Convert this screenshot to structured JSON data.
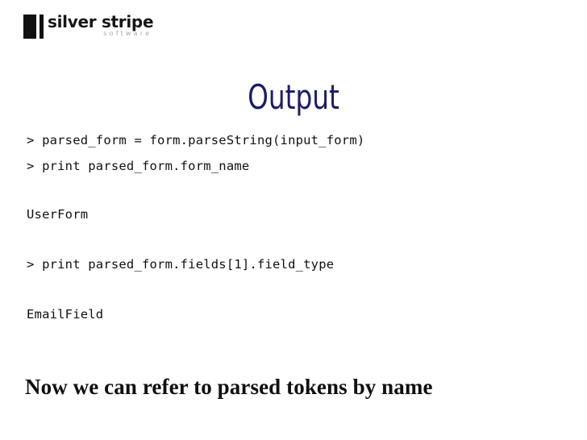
{
  "slide": {
    "background_color": "#ffffff",
    "title": "Output",
    "title_color": "#1b1b6e",
    "caption": "Now we can refer to parsed tokens by name",
    "caption_color": "#100f0f"
  },
  "logo": {
    "wordmark": "silver stripe",
    "subtitle": "software",
    "mark_color": "#111111",
    "wordmark_color": "#161616",
    "subtitle_color": "#a8a8a8"
  },
  "code": {
    "text_color": "#111111",
    "lines": [
      {
        "text": "> parsed_form = form.parseString(input_form)",
        "gap": "none"
      },
      {
        "text": "> print parsed_form.form_name",
        "gap": "none"
      },
      {
        "text": "UserForm",
        "gap": "large"
      },
      {
        "text": "> print parsed_form.fields[1].field_type",
        "gap": "large"
      },
      {
        "text": "EmailField",
        "gap": "large"
      }
    ]
  }
}
